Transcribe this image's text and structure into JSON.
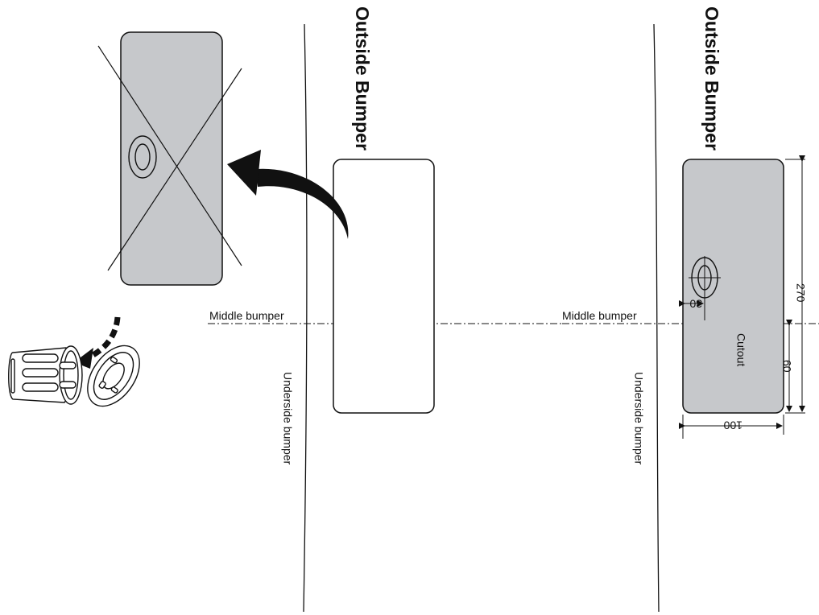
{
  "diagram": {
    "left_panel": {
      "outside_bumper": "Outside Bumper",
      "middle_bumper": "Middle bumper",
      "underside_bumper": "Underside bumper"
    },
    "right_panel": {
      "outside_bumper": "Outside Bumper",
      "middle_bumper": "Middle bumper",
      "underside_bumper": "Underside bumper",
      "cutout": "Cutout",
      "dim_height": "270",
      "dim_width": "100",
      "dim_lower": "60",
      "dim_offset": "30"
    },
    "colors": {
      "cutout_fill": "#c6c8cb",
      "line": "#111111"
    },
    "icons": [
      "arrow-icon",
      "cross-icon",
      "trash-bin-icon",
      "sensor-icon"
    ]
  }
}
